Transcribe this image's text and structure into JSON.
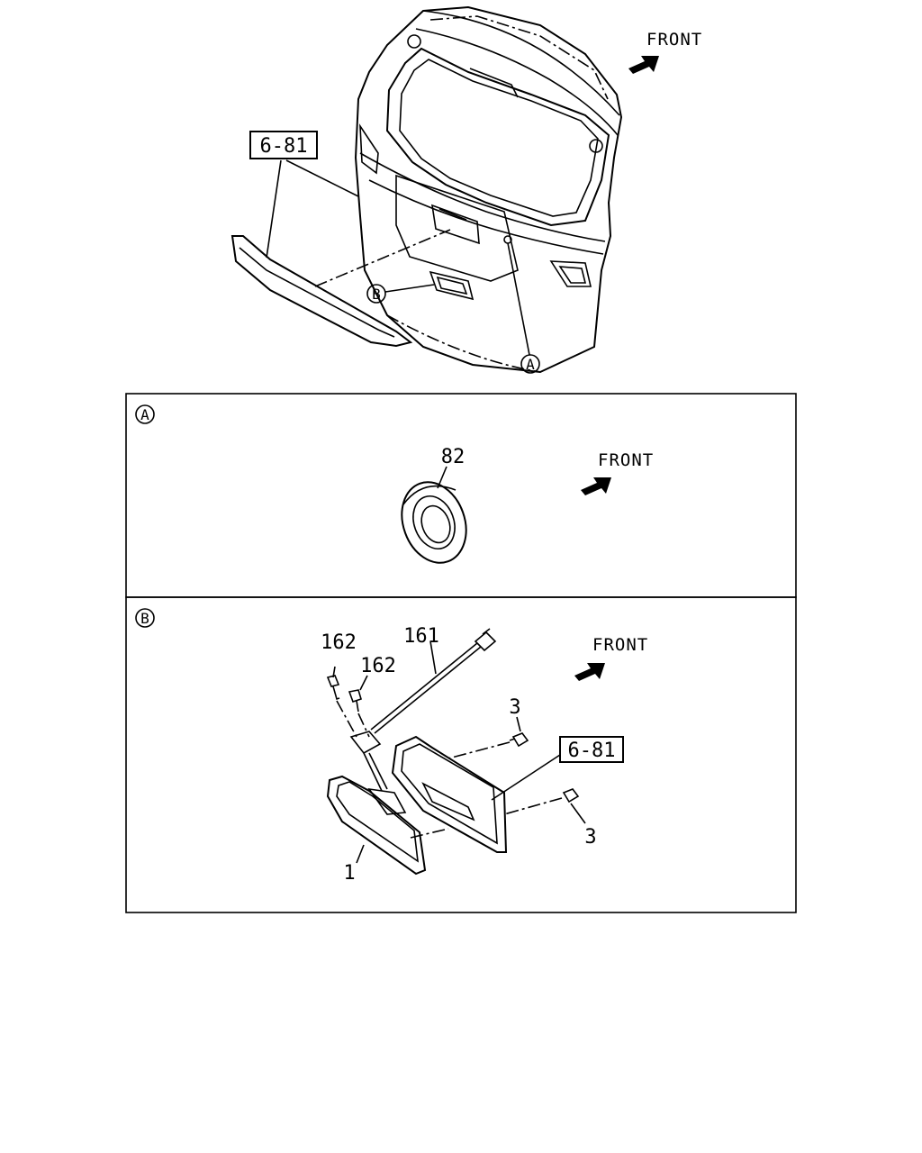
{
  "overview": {
    "front_label": "FRONT",
    "ref_box": "6-81",
    "callout_a": "A",
    "callout_b": "B"
  },
  "panel_a": {
    "id_label": "A",
    "part_82": "82",
    "front_label": "FRONT"
  },
  "panel_b": {
    "id_label": "B",
    "part_162_top": "162",
    "part_162_mid": "162",
    "part_161": "161",
    "front_label": "FRONT",
    "part_3_top": "3",
    "ref_box": "6-81",
    "part_3_bottom": "3",
    "part_1": "1"
  },
  "icons": {
    "front_arrow": "arrow-up-right-icon",
    "callout_circle": "circled-letter-icon"
  }
}
